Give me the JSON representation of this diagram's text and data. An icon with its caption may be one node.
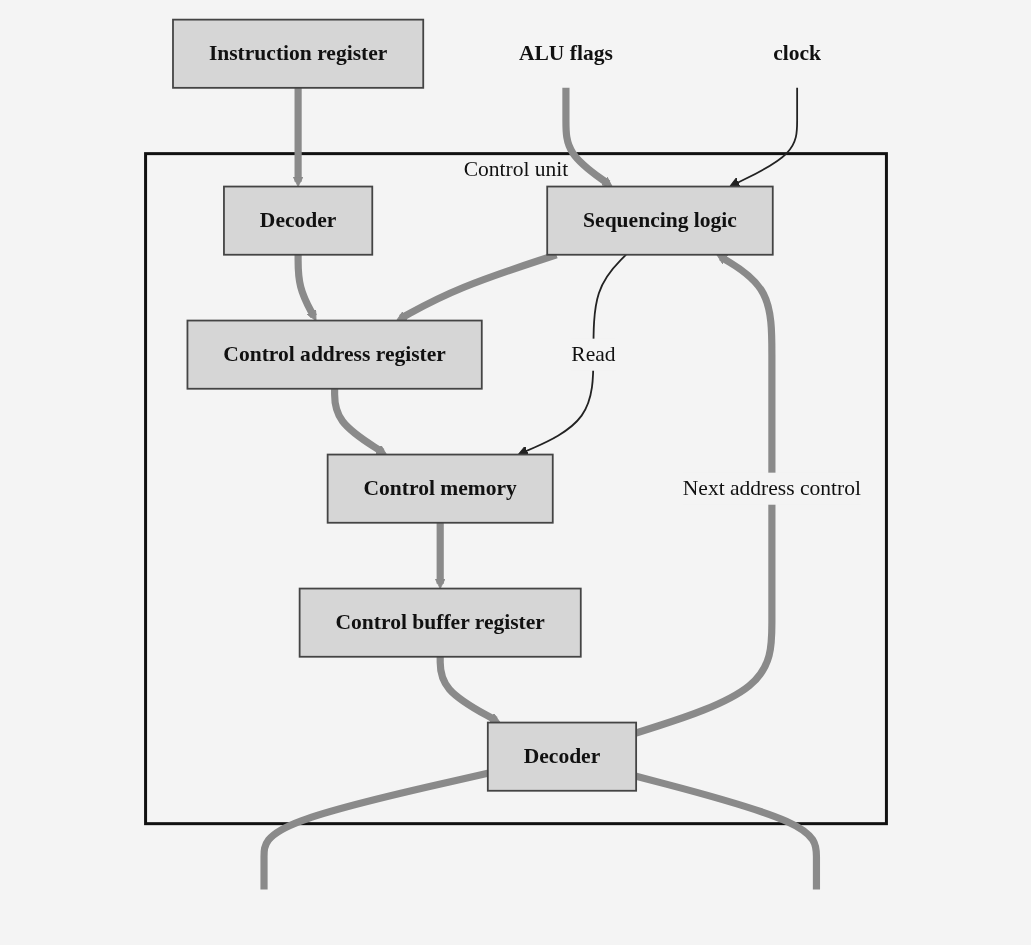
{
  "diagram": {
    "nodes": [
      {
        "text": [
          "Control unit"
        ]
      },
      {
        "text": [
          "Instruction register"
        ]
      },
      {
        "text": [
          "Decoder"
        ],
        "in": 0
      },
      {
        "text": [
          "Control address register"
        ],
        "in": 0
      },
      {
        "text": [
          "Sequencing logic"
        ],
        "in": 0
      },
      {
        "text": [
          "Control memory"
        ],
        "in": 0
      },
      {
        "text": [
          "Control buffer register"
        ],
        "in": 0
      },
      {
        "text": [
          "Decoder"
        ],
        "in": 0
      },
      {
        "text": [
          "ALU flags"
        ]
      },
      {
        "text": [
          "clock"
        ]
      }
    ],
    "edges": [
      {
        "from": 1,
        "to": 2,
        "arrow": "to"
      },
      {
        "from": 2,
        "to": 3,
        "arrow": "to"
      },
      {
        "from": 8,
        "to": 4,
        "arrow": "to"
      },
      {
        "from": 9,
        "to": 4,
        "arrow": "to",
        "color": "#222222"
      },
      {
        "from": 4,
        "to": 3,
        "arrow": "to"
      },
      {
        "from": 3,
        "to": 5,
        "arrow": "to"
      },
      {
        "from": 4,
        "to": 5,
        "label": "Read",
        "arrow": "to",
        "color": "#222222"
      },
      {
        "from": 5,
        "to": 6,
        "arrow": "to"
      },
      {
        "from": 6,
        "to": 7,
        "arrow": "to"
      },
      {
        "from": 7,
        "to": 4,
        "label": "Next address control",
        "arrow": "to"
      },
      {
        "from": 7,
        "to": null,
        "arrow": "none"
      },
      {
        "from": 7,
        "to": null,
        "arrow": "none"
      }
    ]
  }
}
